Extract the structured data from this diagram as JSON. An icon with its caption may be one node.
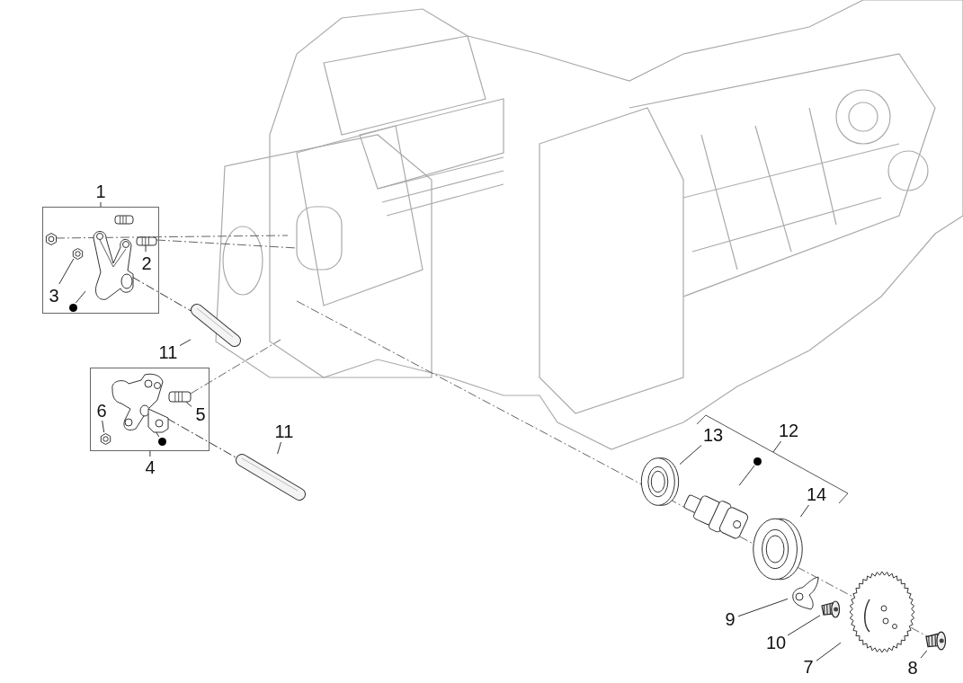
{
  "diagram": {
    "nodes": [
      {
        "text": [
          "1"
        ]
      },
      {
        "text": [],
        "shape": "box"
      },
      {
        "text": [],
        "shape": "picture",
        "in": 1
      },
      {
        "text": [],
        "shape": "picture",
        "in": 1
      },
      {
        "text": [],
        "shape": "picture",
        "in": 1
      },
      {
        "text": [],
        "shape": "picture",
        "in": 1
      },
      {
        "text": [
          "2"
        ],
        "in": 1
      },
      {
        "text": [],
        "shape": "picture",
        "in": 1
      },
      {
        "text": [
          "3"
        ],
        "in": 1
      },
      {
        "text": [],
        "shape": "circle",
        "in": 1
      },
      {
        "text": [],
        "shape": "picture"
      },
      {
        "text": [
          "11"
        ]
      },
      {
        "text": [],
        "shape": "box"
      },
      {
        "text": [],
        "shape": "picture",
        "in": 12
      },
      {
        "text": [],
        "shape": "picture",
        "in": 12
      },
      {
        "text": [
          "5"
        ],
        "in": 12
      },
      {
        "text": [
          "6"
        ],
        "in": 12
      },
      {
        "text": [],
        "shape": "picture",
        "in": 12
      },
      {
        "text": [],
        "shape": "circle",
        "in": 12
      },
      {
        "text": [
          "4"
        ]
      },
      {
        "text": [
          "11"
        ]
      },
      {
        "text": [],
        "shape": "picture"
      },
      {
        "text": [
          "12"
        ]
      },
      {
        "text": [
          "13"
        ]
      },
      {
        "text": [],
        "shape": "picture"
      },
      {
        "text": [],
        "shape": "circle"
      },
      {
        "text": [],
        "shape": "picture"
      },
      {
        "text": [
          "14"
        ]
      },
      {
        "text": [],
        "shape": "picture"
      },
      {
        "text": [],
        "shape": "picture"
      },
      {
        "text": [
          "9"
        ]
      },
      {
        "text": [],
        "shape": "picture"
      },
      {
        "text": [
          "10"
        ]
      },
      {
        "text": [],
        "shape": "picture"
      },
      {
        "text": [
          "7"
        ]
      },
      {
        "text": [],
        "shape": "picture"
      },
      {
        "text": [
          "8"
        ]
      }
    ],
    "edges": [
      {
        "from": 0,
        "to": 1,
        "arrow": "none"
      },
      {
        "from": 6,
        "to": 5,
        "arrow": "none"
      },
      {
        "from": 8,
        "to": 7,
        "arrow": "none"
      },
      {
        "from": 9,
        "to": 3,
        "arrow": "none"
      },
      {
        "from": 11,
        "to": 10,
        "arrow": "none"
      },
      {
        "from": 15,
        "to": 14,
        "arrow": "none"
      },
      {
        "from": 16,
        "to": 17,
        "arrow": "none"
      },
      {
        "from": 18,
        "to": 13,
        "arrow": "none"
      },
      {
        "from": 19,
        "to": 12,
        "arrow": "none"
      },
      {
        "from": 20,
        "to": 21,
        "arrow": "none"
      },
      {
        "from": 22,
        "to": null,
        "arrow": "none"
      },
      {
        "from": 23,
        "to": 24,
        "arrow": "none"
      },
      {
        "from": 25,
        "to": 26,
        "arrow": "none"
      },
      {
        "from": 27,
        "to": 28,
        "arrow": "none"
      },
      {
        "from": 30,
        "to": 29,
        "arrow": "none"
      },
      {
        "from": 32,
        "to": 31,
        "arrow": "none"
      },
      {
        "from": 34,
        "to": 33,
        "arrow": "none"
      },
      {
        "from": 36,
        "to": 35,
        "arrow": "none"
      },
      {
        "from": 3,
        "to": 10,
        "arrow": "none",
        "style": "dashed"
      },
      {
        "from": 13,
        "to": 21,
        "arrow": "none",
        "style": "dashed"
      }
    ]
  }
}
